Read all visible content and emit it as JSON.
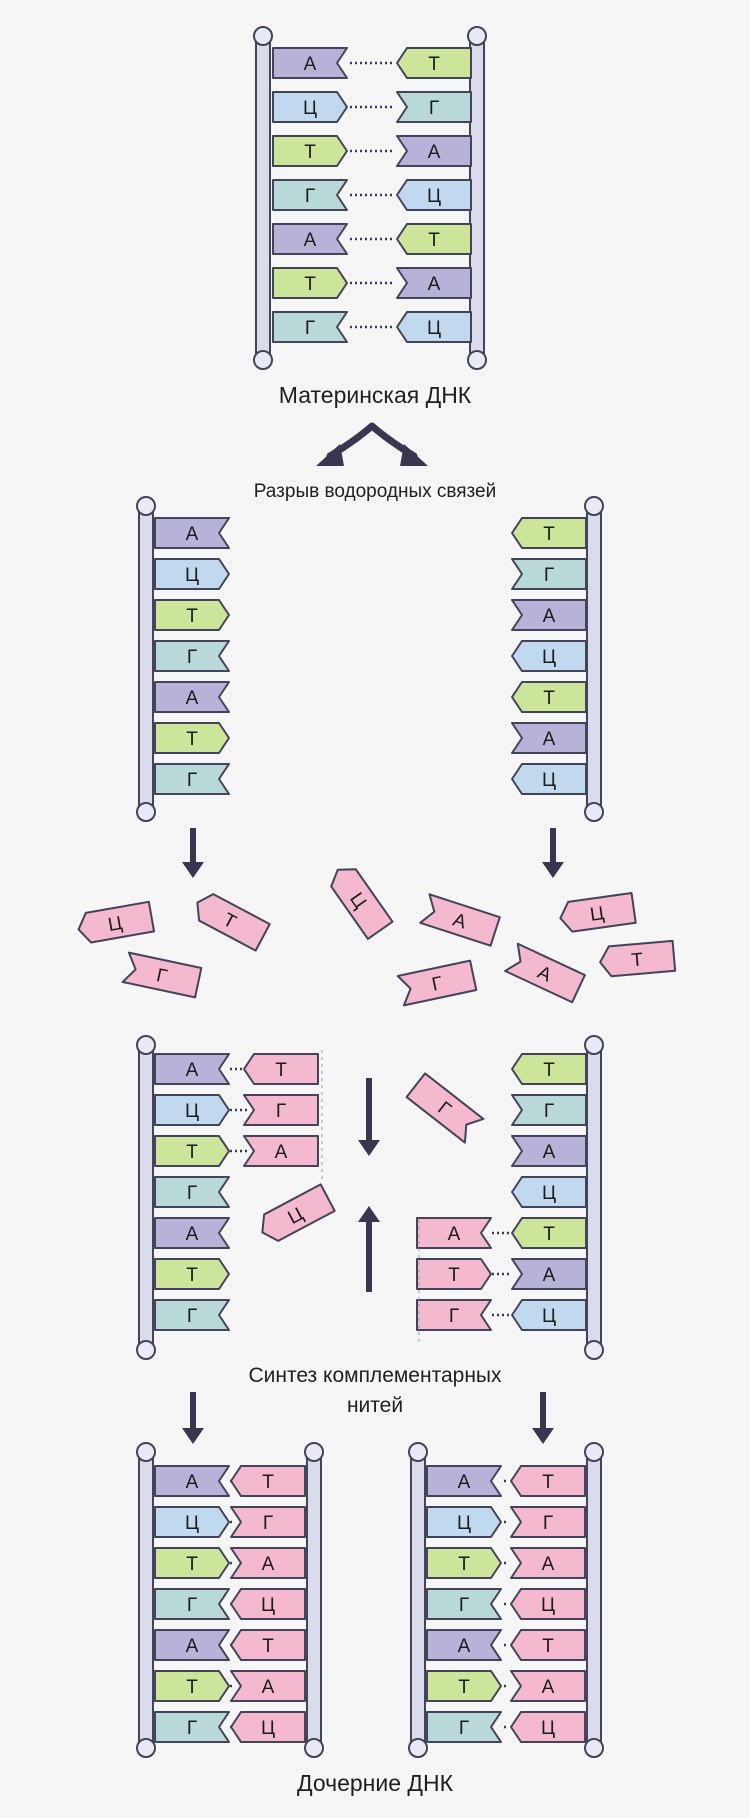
{
  "labels": {
    "mother": "Материнская ДНК",
    "break": "Разрыв водородных связей",
    "synthesis_line1": "Синтез комплементарных",
    "synthesis_line2": "нитей",
    "daughters": "Дочерние ДНК"
  },
  "colors": {
    "A": "#b7b3d8",
    "T": "#cde59a",
    "G": "#b9d8d8",
    "C": "#c1d9ef",
    "free": "#f4b9cf",
    "rail": "#dadcec",
    "bead": "#e8eaf4",
    "outline": "#43435a",
    "arrow": "#3b3550"
  },
  "mother": {
    "left": [
      "А",
      "Ц",
      "Т",
      "Г",
      "А",
      "Т",
      "Г"
    ],
    "right": [
      "Т",
      "Г",
      "А",
      "Ц",
      "Т",
      "А",
      "Ц"
    ]
  },
  "separated": {
    "left": [
      "А",
      "Ц",
      "Т",
      "Г",
      "А",
      "Т",
      "Г"
    ],
    "right": [
      "Т",
      "Г",
      "А",
      "Ц",
      "Т",
      "А",
      "Ц"
    ]
  },
  "free_nucleotides": [
    "Ц",
    "Т",
    "Г",
    "Ц",
    "А",
    "Г",
    "Ц",
    "А",
    "Т"
  ],
  "synthesis": {
    "left_template": [
      "А",
      "Ц",
      "Т",
      "Г",
      "А",
      "Т",
      "Г"
    ],
    "left_new": [
      "Т",
      "Г",
      "А"
    ],
    "left_floating": "Ц",
    "right_template": [
      "Т",
      "Г",
      "А",
      "Ц",
      "Т",
      "А",
      "Ц"
    ],
    "right_new": [
      "А",
      "Т",
      "Г"
    ],
    "right_floating": "Г"
  },
  "daughter1": {
    "template": [
      "А",
      "Ц",
      "Т",
      "Г",
      "А",
      "Т",
      "Г"
    ],
    "new": [
      "Т",
      "Г",
      "А",
      "Ц",
      "Т",
      "А",
      "Ц"
    ]
  },
  "daughter2": {
    "template": [
      "А",
      "Ц",
      "Т",
      "Г",
      "А",
      "Т",
      "Г"
    ],
    "new": [
      "Т",
      "Г",
      "А",
      "Ц",
      "Т",
      "А",
      "Ц"
    ]
  }
}
